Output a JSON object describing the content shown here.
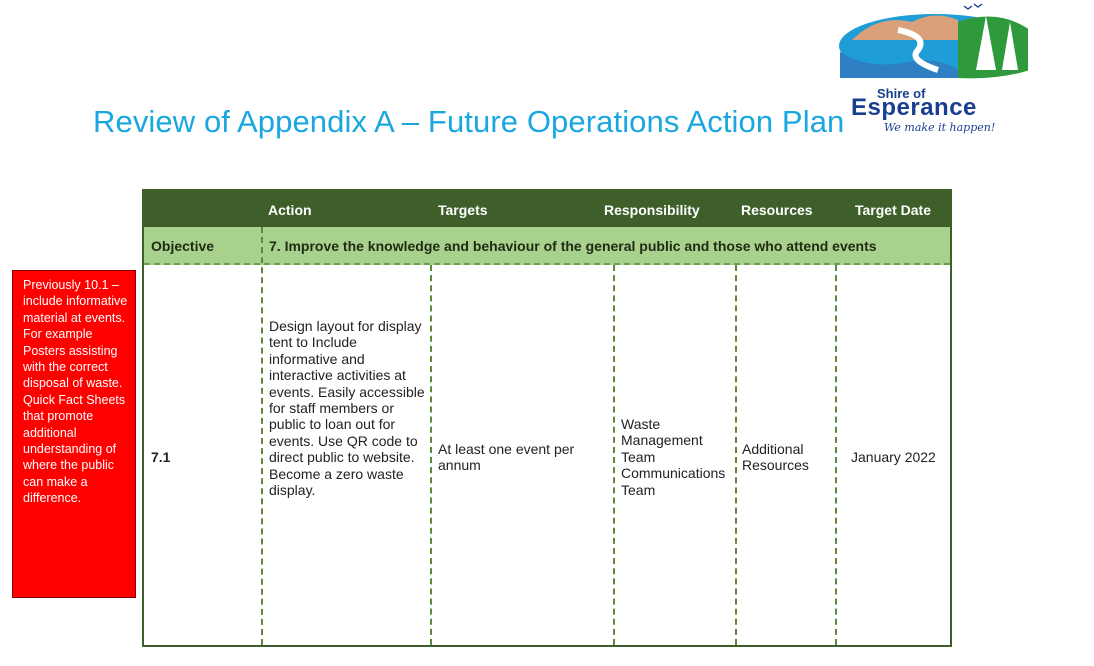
{
  "title": "Review of Appendix A – Future Operations Action Plan",
  "logo": {
    "line1": "Shire of",
    "line2": "Esperance",
    "tagline": "We make it happen!"
  },
  "note": "Previously 10.1 – include informative material at events. For example Posters assisting with the correct disposal of waste. Quick Fact Sheets that promote additional understanding of where the public can make a difference.",
  "table": {
    "headers": [
      "Action",
      "Targets",
      "Responsibility",
      "Resources",
      "Target Date"
    ],
    "objective_label": "Objective",
    "objective_text": "7. Improve the knowledge and behaviour of the general public and those who attend events",
    "row": {
      "id": "7.1",
      "action": "Design layout for display tent to Include informative and interactive activities at events. Easily accessible for staff members or public to loan out for events. Use QR code to direct public to website. Become a zero waste display.",
      "targets": "At least one event per annum",
      "responsibility": "Waste Management Team Communications Team",
      "resources": "Additional Resources",
      "target_date": "January 2022"
    }
  },
  "colors": {
    "title": "#1aa7e0",
    "header_bg": "#3e5f2a",
    "objective_bg": "#a9d18e",
    "note_bg": "#ff0000"
  }
}
